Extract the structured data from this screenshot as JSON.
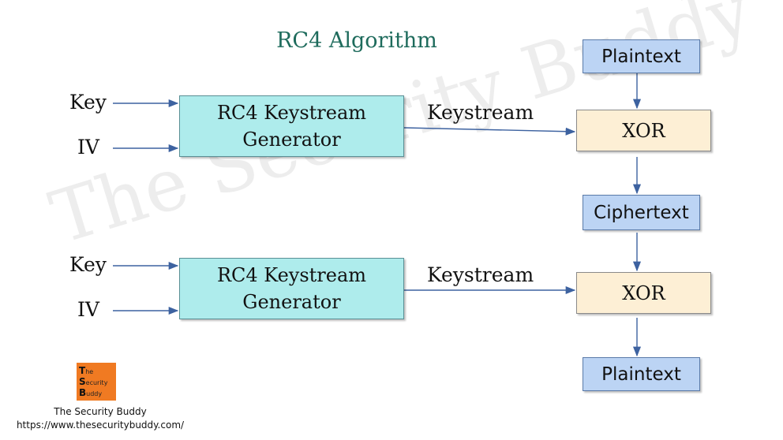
{
  "title": "RC4 Algorithm",
  "watermark": "The Security Buddy",
  "encrypt": {
    "key_label": "Key",
    "iv_label": "IV",
    "generator_line1": "RC4 Keystream",
    "generator_line2": "Generator",
    "keystream_label": "Keystream",
    "plaintext": "Plaintext",
    "xor": "XOR",
    "ciphertext": "Ciphertext"
  },
  "decrypt": {
    "key_label": "Key",
    "iv_label": "IV",
    "generator_line1": "RC4 Keystream",
    "generator_line2": "Generator",
    "keystream_label": "Keystream",
    "xor": "XOR",
    "plaintext": "Plaintext"
  },
  "logo": {
    "letter_t": "T",
    "word_t": "he",
    "letter_s": "S",
    "word_s": "ecurity",
    "letter_b": "B",
    "word_b": "uddy"
  },
  "footer": {
    "name": "The Security Buddy",
    "url": "https://www.thesecuritybuddy.com/"
  },
  "colors": {
    "arrow": "#3d62a0",
    "generator_fill": "#aeecec",
    "xor_fill": "#fdefd5",
    "text_box_fill": "#bcd4f4",
    "title": "#1e6b5c",
    "logo": "#f07a22"
  }
}
